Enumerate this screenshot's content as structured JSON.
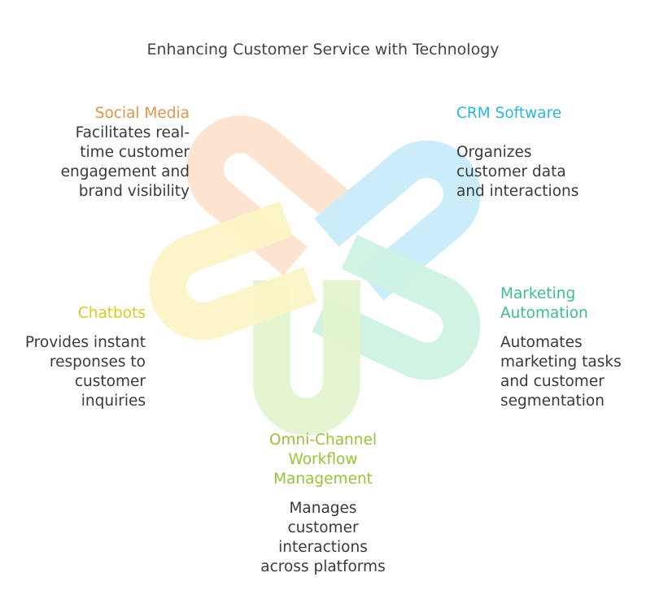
{
  "title": "Enhancing Customer Service with Technology",
  "items": [
    {
      "key": "social",
      "heading": "Social Media",
      "description": "Facilitates real-time customer engagement and brand visibility",
      "color": "#e0944f",
      "fill": "#fde3cf"
    },
    {
      "key": "crm",
      "heading": "CRM Software",
      "description": "Organizes customer data and interactions",
      "color": "#2ab8dc",
      "fill": "#c8ecfa"
    },
    {
      "key": "marketing",
      "heading": "Marketing Automation",
      "description": "Automates marketing tasks and customer segmentation",
      "color": "#3cbf8c",
      "fill": "#cdf2e1"
    },
    {
      "key": "omni",
      "heading": "Omni-Channel Workflow Management",
      "description": "Manages customer interactions across platforms",
      "color": "#98c23a",
      "fill": "#e4f3cf"
    },
    {
      "key": "chatbots",
      "heading": "Chatbots",
      "description": "Provides instant responses to customer inquiries",
      "color": "#d8cc22",
      "fill": "#fbf4c6"
    }
  ]
}
